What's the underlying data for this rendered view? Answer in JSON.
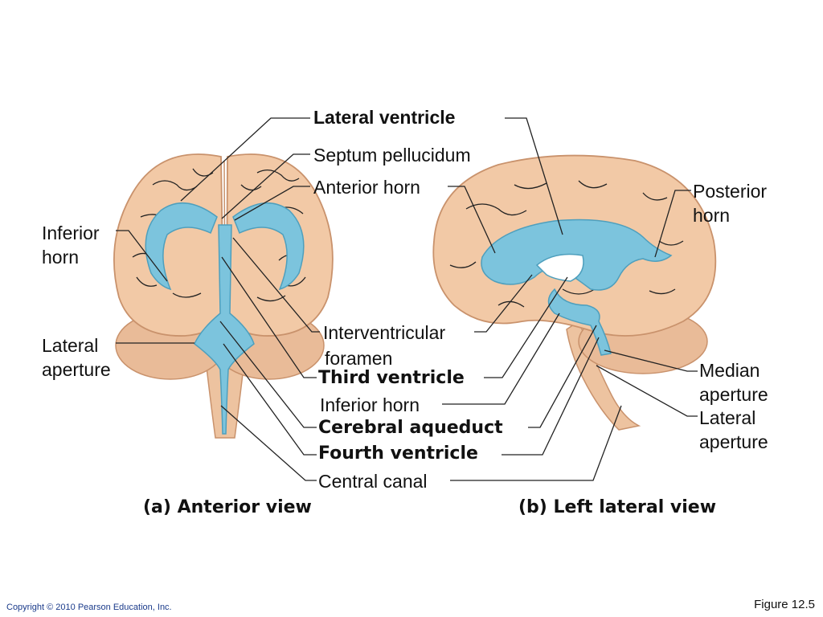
{
  "labels": {
    "lateral_ventricle": "Lateral ventricle",
    "septum_pellucidum": "Septum pellucidum",
    "anterior_horn": "Anterior horn",
    "posterior_horn": [
      "Posterior",
      "horn"
    ],
    "inferior_horn_left": [
      "Inferior",
      "horn"
    ],
    "lateral_aperture_left": [
      "Lateral",
      "aperture"
    ],
    "interventricular_foramen": [
      "Interventricular",
      "foramen"
    ],
    "third_ventricle": "Third ventricle",
    "inferior_horn_center": "Inferior horn",
    "cerebral_aqueduct": "Cerebral aqueduct",
    "fourth_ventricle": "Fourth ventricle",
    "central_canal": "Central canal",
    "median_aperture": [
      "Median",
      "aperture"
    ],
    "lateral_aperture_right": [
      "Lateral",
      "aperture"
    ]
  },
  "captions": {
    "anterior": "(a) Anterior view",
    "lateral": "(b) Left lateral view"
  },
  "footer": {
    "copyright": "Copyright © 2010 Pearson Education, Inc.",
    "figure": "Figure 12.5"
  },
  "colors": {
    "brain": "#f2c9a6",
    "brain_shadow": "#d9a47f",
    "ventricle": "#7cc4dd",
    "ventricle_edge": "#4e9fbd"
  }
}
